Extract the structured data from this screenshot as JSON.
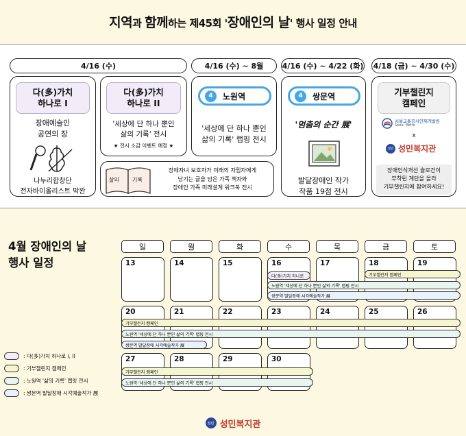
{
  "header": {
    "title_part1": "지역",
    "title_part2": "과 ",
    "title_part3": "함께",
    "title_part4": "하는  제45회 '",
    "title_part5": "장애인의 날",
    "title_part6": "' 행사 일정 안내"
  },
  "schedule": {
    "date_pills": [
      "4/16 (수)",
      "4/16 (수) ~ 8월",
      "4/16 (수) ~ 4/22 (화)",
      "4/18 (금) ~ 4/30 (수)"
    ],
    "card1": {
      "title_line1": "다(多)가치",
      "title_line2": "하나로 I",
      "desc_line1": "장애예술인",
      "desc_line2": "공연의 장",
      "foot_line1": "나누리합창단",
      "foot_line2": "전자바이올리스트 박완"
    },
    "card2": {
      "title_line1": "다(多)가치",
      "title_line2": "하나로 II",
      "desc_line1": "'세상에 단 하나 뿐인",
      "desc_line2": "삶의 기록' 전시",
      "note": "★ 전시 소감 이벤트 예정 ★"
    },
    "book": {
      "label_left": "삶의",
      "label_right": "기록",
      "line1": "장애자녀 보호자가 미래의 자립자에게",
      "line2": "남기는 글을 담은 가족 책자와",
      "line3": "장애인 가족 미래설계 워크북 전시"
    },
    "card3": {
      "station_num": "4",
      "station": "노원역",
      "desc_line1": "'세상에 단 하나 뿐인",
      "desc_line2": "삶의 기록' 랩핑 전시"
    },
    "card4": {
      "station_num": "4",
      "station": "쌍문역",
      "exhibit": "'멈춤의 순간 展'",
      "desc_line1": "발달장애인 작가",
      "desc_line2": "작품 19점 전시"
    },
    "card5": {
      "title_line1": "기부챌린지",
      "title_line2": "캠페인",
      "metro_name": "서울교통공사인재개발원",
      "metro_sub": "Seoul Metro",
      "x_mark": "x",
      "welfare_small": "성민",
      "welfare_name": "성민복지관",
      "desc_line1": "장애인식개선 슬로건이",
      "desc_line2": "부착된 계단을 올라",
      "desc_line3": "기부챌린지에 참여하세요!"
    }
  },
  "calendar": {
    "title_line1": "4월 장애인의 날",
    "title_line2": "행사 일정",
    "weekdays": [
      "일",
      "월",
      "화",
      "수",
      "목",
      "금",
      "토"
    ],
    "week1": [
      "13",
      "14",
      "15",
      "16",
      "17",
      "18",
      "19"
    ],
    "week2": [
      "20",
      "21",
      "22",
      "23",
      "24",
      "25",
      "26"
    ],
    "week3": [
      "27",
      "28",
      "29",
      "30"
    ],
    "events": {
      "dagachi": "다(多)가치 하나로",
      "donation": "기부챌린지 캠페인",
      "nowon": "노원역 '세상에 단 하나 뿐인 삶의 기록' 랩핑 전시",
      "ssangmun": "쌍문역 발달장애 시각예술작가 展",
      "ssangmun_short": "쌍문역 발달장애 시각예술작가 展"
    },
    "legend": [
      ": 다(多)가치 하나로 I, II",
      ": 기부챌린지 캠페인",
      ": 노원역 '삶의 기록' 랩핑 전시",
      ": 쌍문역 발달장애 시각예술작가 展"
    ],
    "colors": {
      "purple": "#f3effa",
      "yellow": "#f5f5cf",
      "green": "#e9f5ef",
      "blue": "#eaf2fb",
      "station_blue": "#45a6e4"
    }
  },
  "footer": {
    "logo_small": "성민",
    "logo_name": "성민복지관"
  }
}
